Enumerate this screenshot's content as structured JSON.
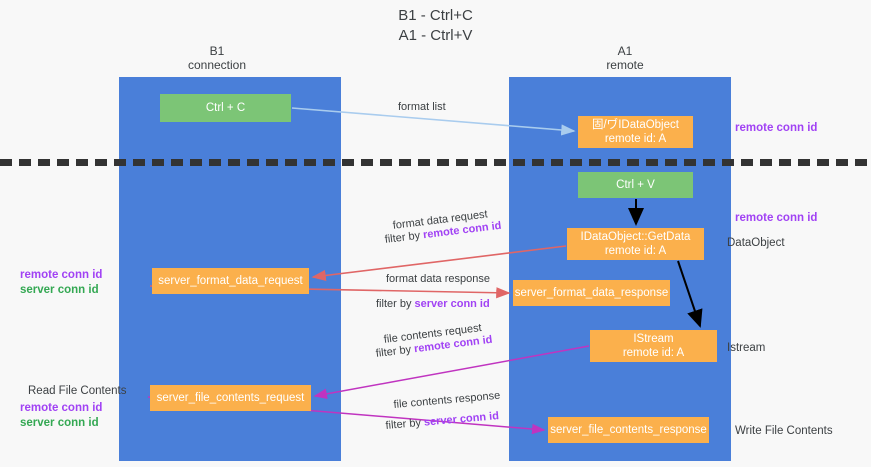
{
  "title": {
    "line1": "B1 - Ctrl+C",
    "line2": "A1 - Ctrl+V"
  },
  "columns": [
    {
      "id": "b1",
      "name": "B1",
      "role": "connection"
    },
    {
      "id": "a1",
      "name": "A1",
      "role": "remote"
    }
  ],
  "nodes": {
    "ctrl_c": {
      "label": "Ctrl + C",
      "color": "#7cc576"
    },
    "idataobject": {
      "label": "固/ヷIDataObject",
      "sub": "remote id: A",
      "color": "#fbb04c"
    },
    "ctrl_v": {
      "label": "Ctrl + V",
      "color": "#7cc576"
    },
    "getdata": {
      "label": "IDataObject::GetData",
      "sub": "remote id: A",
      "color": "#fbb04c"
    },
    "format_data_request": {
      "label": "server_format_data_request",
      "color": "#fbb04c"
    },
    "format_data_response": {
      "label": "server_format_data_response",
      "color": "#fbb04c"
    },
    "istream": {
      "label": "IStream",
      "sub": "remote id: A",
      "color": "#fbb04c"
    },
    "file_contents_request": {
      "label": "server_file_contents_request",
      "color": "#fbb04c"
    },
    "file_contents_response": {
      "label": "server_file_contents_response",
      "color": "#fbb04c"
    }
  },
  "edge_labels": {
    "format_list": "format list",
    "format_data_request": "format data request",
    "format_data_request_filter_prefix": "filter by ",
    "format_data_request_filter_value": "remote conn id",
    "format_data_response": "format data response",
    "format_data_response_filter_prefix": "filter by ",
    "format_data_response_filter_value": "server conn id",
    "file_contents_request": "file contents request",
    "file_contents_request_filter_prefix": "filter by ",
    "file_contents_request_filter_value": "remote conn id",
    "file_contents_response": "file contents response",
    "file_contents_response_filter_prefix": "filter by ",
    "file_contents_response_filter_value": "server conn id"
  },
  "annotations": {
    "right_remote_conn_id_top": "remote conn id",
    "right_remote_conn_id_mid": "remote conn id",
    "right_dataobject": "DataObject",
    "right_istream": "Istream",
    "right_write_file_contents": "Write File Contents",
    "left_remote_conn_id_mid": "remote conn id",
    "left_server_conn_id_mid": "server conn id",
    "left_read_file_contents": "Read File Contents",
    "left_remote_conn_id_bottom": "remote conn id",
    "left_server_conn_id_bottom": "server conn id"
  },
  "colors": {
    "lane": "#4a7fd9",
    "green_node": "#7cc576",
    "orange_node": "#fbb04c",
    "purple_text": "#a142f4",
    "green_text": "#34a853",
    "red_arrow": "#e06666",
    "magenta_arrow": "#c034c0",
    "light_blue_arrow": "#a9ccee",
    "black_arrow": "#000000",
    "divider": "#333333",
    "background": "#f8f8f8"
  }
}
